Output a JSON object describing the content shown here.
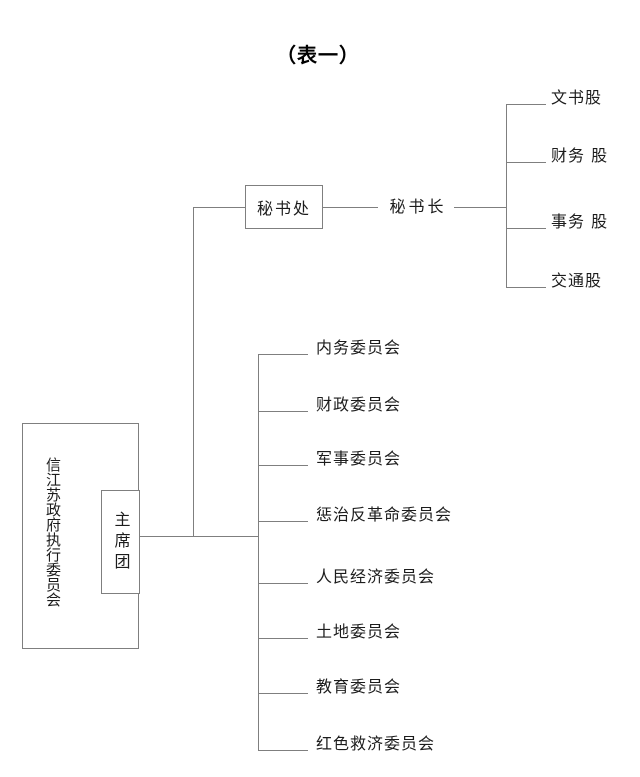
{
  "page": {
    "title": "（表一）",
    "background_color": "#ffffff",
    "line_color": "#7f7f7f",
    "text_color": "#1c1c1c"
  },
  "root": {
    "label": "信江苏政府执行委员会",
    "orientation": "vertical"
  },
  "presidium": {
    "label": "主席团",
    "orientation": "vertical"
  },
  "secretariat": {
    "office_label": "秘书处",
    "chief_label": "秘书长",
    "sections": [
      {
        "label": "文书股"
      },
      {
        "label": "财务 股"
      },
      {
        "label": "事务 股"
      },
      {
        "label": "交通股"
      }
    ]
  },
  "committees": [
    {
      "label": "内务委员会"
    },
    {
      "label": "财政委员会"
    },
    {
      "label": "军事委员会"
    },
    {
      "label": "惩治反革命委员会"
    },
    {
      "label": "人民经济委员会"
    },
    {
      "label": "土地委员会"
    },
    {
      "label": "教育委员会"
    },
    {
      "label": "红色救济委员会"
    }
  ]
}
